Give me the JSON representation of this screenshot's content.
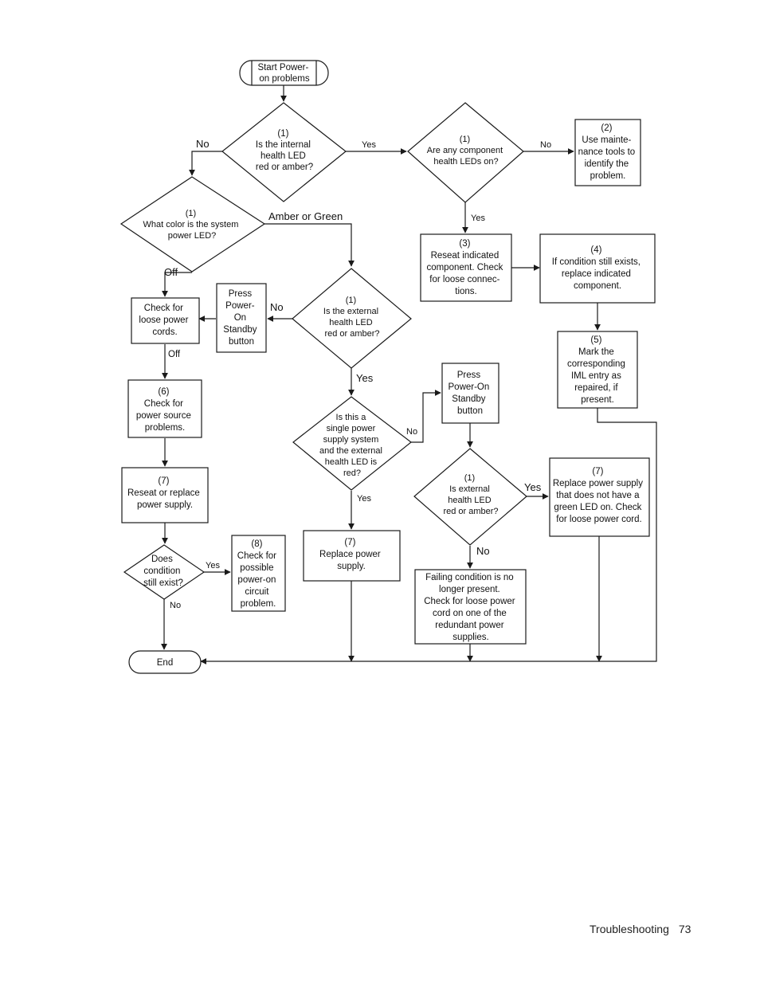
{
  "nodes": {
    "start": [
      "Start Power-",
      "on problems"
    ],
    "d_internal": [
      "(1)",
      "Is the internal",
      "health LED",
      "red or amber?"
    ],
    "d_component": [
      "(1)",
      "Are any component",
      "health LEDs on?"
    ],
    "n_maint": [
      "(2)",
      "Use mainte-",
      "nance tools to",
      "identify the",
      "problem."
    ],
    "d_syscolor": [
      "(1)",
      "What color is the system",
      "power LED?"
    ],
    "n_reseat": [
      "(3)",
      "Reseat indicated",
      "component. Check",
      "for loose connec-",
      "tions."
    ],
    "n_replace_ind": [
      "(4)",
      "If condition still exists,",
      "replace indicated",
      "component."
    ],
    "n_press1": [
      "Press",
      "Power-",
      "On",
      "Standby",
      "button"
    ],
    "n_cords": [
      "Check for",
      "loose power",
      "cords."
    ],
    "d_external": [
      "(1)",
      "Is the external",
      "health LED",
      "red or amber?"
    ],
    "n_iml": [
      "(5)",
      "Mark the",
      "corresponding",
      "IML entry as",
      "repaired, if",
      "present."
    ],
    "n_power_source": [
      "(6)",
      "Check for",
      "power source",
      "problems."
    ],
    "d_single": [
      "Is this a",
      "single power",
      "supply system",
      "and the external",
      "health LED is",
      "red?"
    ],
    "n_press2": [
      "Press",
      "Power-On",
      "Standby",
      "button"
    ],
    "n_reseat_ps": [
      "(7)",
      "Reseat or replace",
      "power supply."
    ],
    "d_ext2": [
      "(1)",
      "Is external",
      "health LED",
      "red or amber?"
    ],
    "n_replace_ps_nogreen": [
      "(7)",
      "Replace power supply",
      "that does not have a",
      "green LED on. Check",
      "for loose power cord."
    ],
    "d_still": [
      "Does",
      "condition",
      "still exist?"
    ],
    "n_circuit": [
      "(8)",
      "Check for",
      "possible",
      "power-on",
      "circuit",
      "problem."
    ],
    "n_replace_ps": [
      "(7)",
      "Replace power",
      "supply."
    ],
    "n_failing": [
      "Failing condition is no",
      "longer present.",
      "Check for loose power",
      "cord on one of the",
      "redundant power",
      "supplies."
    ],
    "end": [
      "End"
    ]
  },
  "labels": {
    "no_internal": "No",
    "yes_internal": "Yes",
    "no_component": "No",
    "yes_component": "Yes",
    "amber_green": "Amber or Green",
    "off_syscolor": "Off",
    "no_external": "No",
    "off_cords": "Off",
    "yes_external": "Yes",
    "no_single": "No",
    "yes_single": "Yes",
    "yes_ext2": "Yes",
    "no_ext2": "No",
    "yes_still": "Yes",
    "no_still": "No"
  },
  "footer": {
    "section": "Troubleshooting",
    "page": "73"
  }
}
